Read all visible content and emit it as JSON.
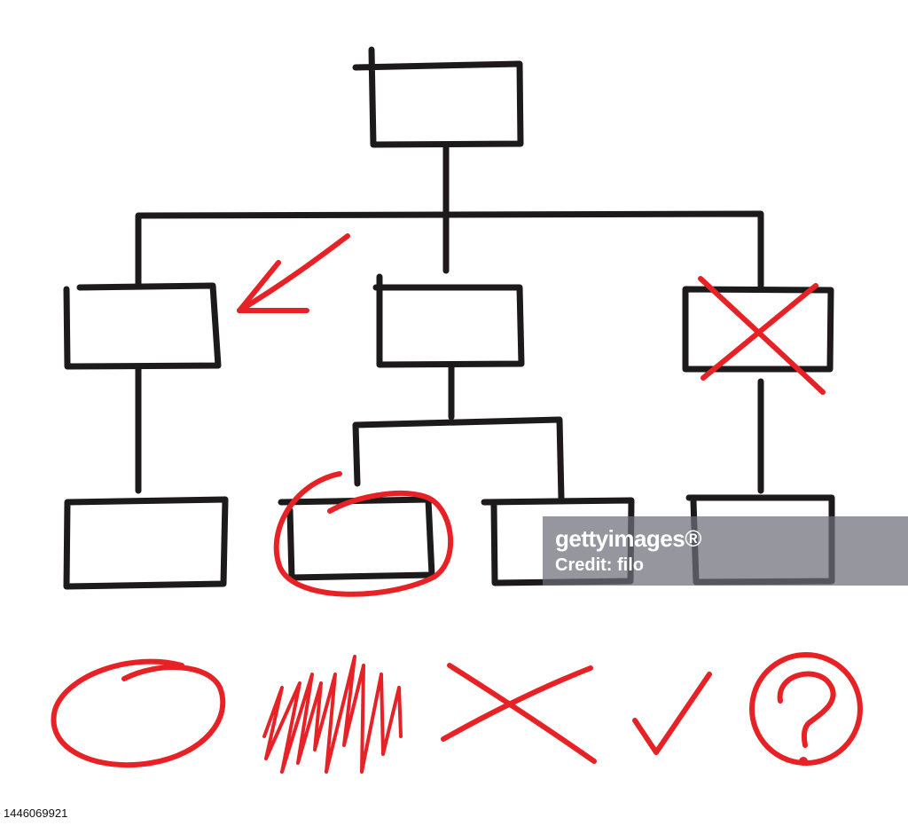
{
  "colors": {
    "ink": "#1c1a1b",
    "markup": "#e62226",
    "background": "#ffffff"
  },
  "diagram": {
    "kind": "hand-drawn org chart / hierarchy flowchart",
    "boxes": [
      {
        "id": "root",
        "label": ""
      },
      {
        "id": "level2-left",
        "label": "",
        "annotation": "red-arrow"
      },
      {
        "id": "level2-middle",
        "label": ""
      },
      {
        "id": "level2-right",
        "label": "",
        "annotation": "red-x"
      },
      {
        "id": "level3-left",
        "label": ""
      },
      {
        "id": "level3-middle-left",
        "label": "",
        "annotation": "red-circle"
      },
      {
        "id": "level3-middle-right",
        "label": ""
      },
      {
        "id": "level3-right",
        "label": ""
      }
    ],
    "edges": [
      [
        "root",
        "level2-left"
      ],
      [
        "root",
        "level2-middle"
      ],
      [
        "root",
        "level2-right"
      ],
      [
        "level2-left",
        "level3-left"
      ],
      [
        "level2-middle",
        "level3-middle-left"
      ],
      [
        "level2-middle",
        "level3-middle-right"
      ],
      [
        "level2-right",
        "level3-right"
      ]
    ],
    "markup_symbols": [
      "circle-icon",
      "scribble-icon",
      "cross-icon",
      "checkmark-icon",
      "question-circle-icon"
    ]
  },
  "watermark": {
    "brand": "gettyimages®",
    "credit": "Credit: filo"
  },
  "image_id": "1446069921"
}
